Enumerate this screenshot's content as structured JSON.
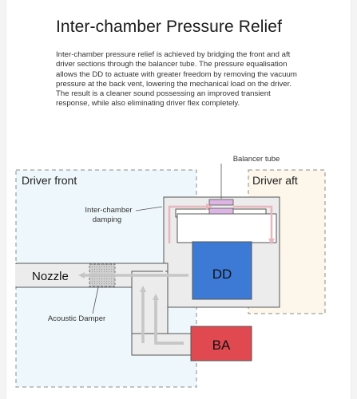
{
  "heading": "Inter-chamber Pressure Relief",
  "paragraph": "Inter-chamber pressure relief is achieved by bridging the front and aft driver sections through the balancer tube. The pressure equalisation allows the DD to actuate with greater freedom by removing the vacuum pressure at the back vent, lowering the mechanical load on the driver. The result is a cleaner sound possessing an improved transient response, while also eliminating driver flex completely.",
  "diagram": {
    "driver_front_label": "Driver front",
    "driver_aft_label": "Driver aft",
    "balancer_tube_label": "Balancer tube",
    "inter_chamber_label_line1": "Inter-chamber",
    "inter_chamber_label_line2": "damping",
    "nozzle_label": "Nozzle",
    "dd_label": "DD",
    "acoustic_damper_label": "Acoustic Damper",
    "ba_label": "BA",
    "colors": {
      "driver_front_fill": "#eef7fb",
      "driver_aft_fill": "#fdf6ea",
      "housing_fill": "#ececec",
      "dd_fill": "#3c7ad6",
      "ba_fill": "#e0494f",
      "balancer_fill": "#dcb5e3",
      "flow_arrow_pink": "#e8b6bd",
      "flow_arrow_grey": "#c6c6c6"
    }
  }
}
